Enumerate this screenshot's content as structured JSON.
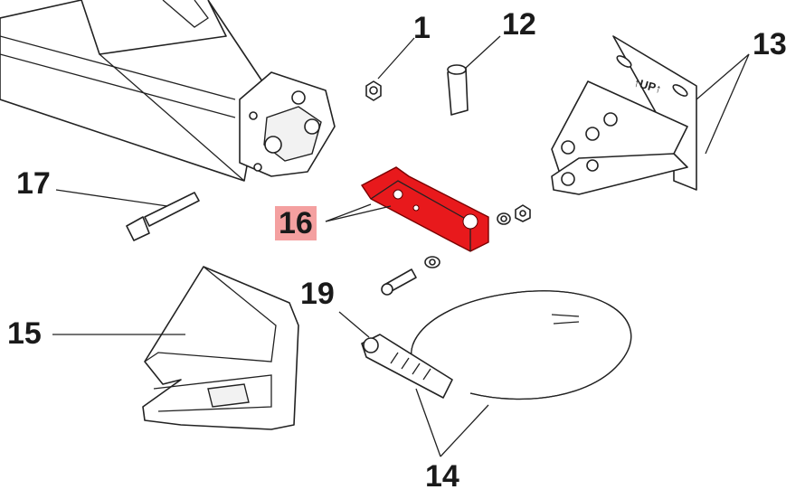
{
  "diagram": {
    "callouts": [
      {
        "id": "1",
        "text": "1"
      },
      {
        "id": "12",
        "text": "12"
      },
      {
        "id": "13",
        "text": "13"
      },
      {
        "id": "17",
        "text": "17"
      },
      {
        "id": "16",
        "text": "16",
        "highlighted": true
      },
      {
        "id": "15",
        "text": "15"
      },
      {
        "id": "19",
        "text": "19"
      },
      {
        "id": "14",
        "text": "14"
      }
    ],
    "bracket_marking": "↑UP↑",
    "highlight_color": "#f4a0a0",
    "part_color": "#e8191c"
  }
}
